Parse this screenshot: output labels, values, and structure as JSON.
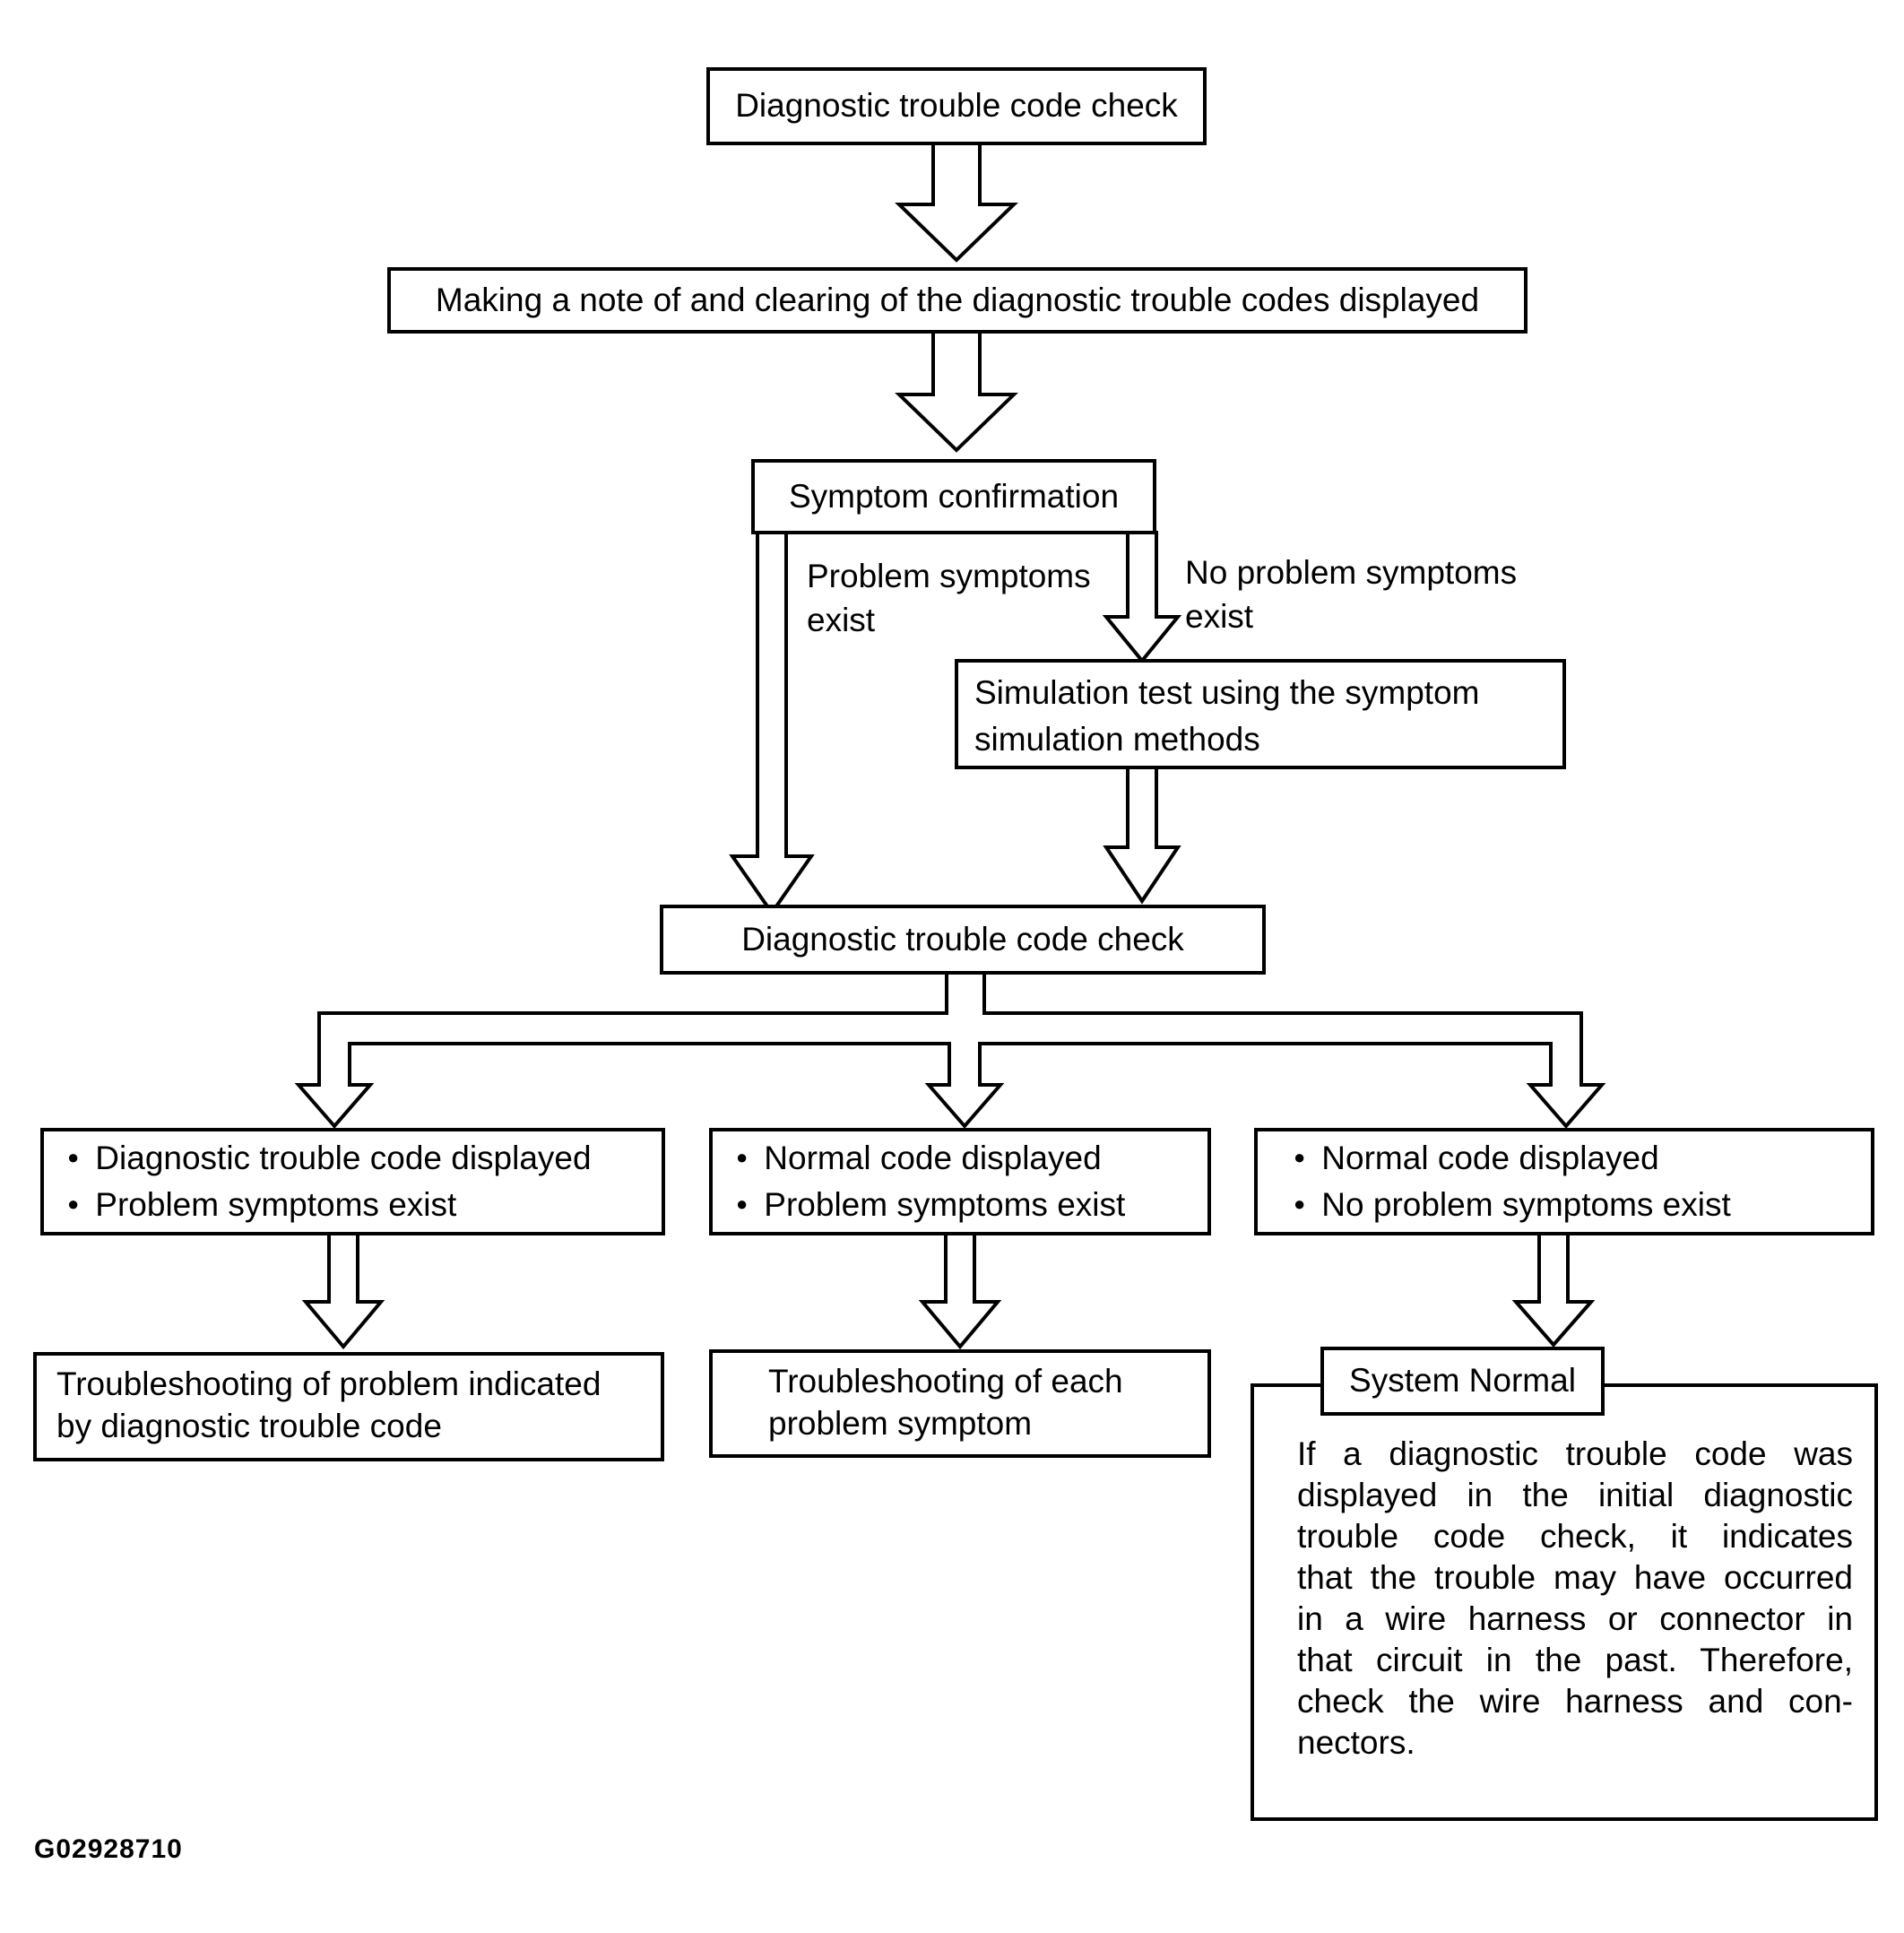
{
  "figure": {
    "id": "G02928710"
  },
  "glyphs": {
    "bullet": "●"
  },
  "colors": {
    "ink": "#000000",
    "paper": "#ffffff"
  },
  "flow": {
    "dtc_check_top": "Diagnostic trouble code check",
    "note_and_clear": "Making a note of and clearing of the diagnostic trouble codes displayed",
    "symptom_confirmation": "Symptom confirmation",
    "branch_left_label": {
      "line1": "Problem symptoms",
      "line2": "exist"
    },
    "branch_right_label": {
      "line1": "No problem symptoms",
      "line2": "exist"
    },
    "simulation_test": {
      "line1": "Simulation test using the symptom",
      "line2": "simulation methods"
    },
    "dtc_check_second": "Diagnostic trouble code check",
    "outcome_left": {
      "items": [
        "Diagnostic trouble code displayed",
        "Problem symptoms exist"
      ]
    },
    "outcome_middle": {
      "items": [
        "Normal code displayed",
        "Problem symptoms exist"
      ]
    },
    "outcome_right": {
      "items": [
        "Normal code displayed",
        "No problem symptoms exist"
      ]
    },
    "action_left": {
      "line1": "Troubleshooting of problem indicated",
      "line2": "by diagnostic trouble code"
    },
    "action_middle": {
      "line1": "Troubleshooting of each",
      "line2": "problem symptom"
    },
    "system_normal": {
      "title": "System Normal",
      "body_lines": [
        "If a diagnostic trouble code was",
        "displayed in the initial diagnostic",
        "trouble code check, it indicates",
        "that the trouble may have occurred",
        "in a wire harness or connector in",
        "that circuit in the past. Therefore,",
        "check the wire harness and con-",
        "nectors."
      ]
    }
  }
}
